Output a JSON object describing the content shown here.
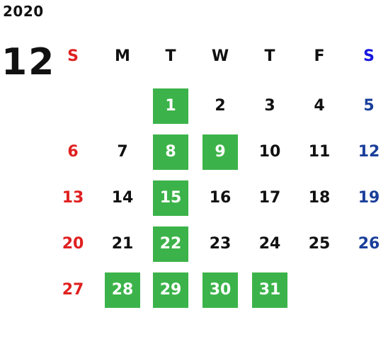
{
  "year": "2020",
  "month": "12",
  "weekdays": [
    "S",
    "M",
    "T",
    "W",
    "T",
    "F",
    "S"
  ],
  "first_weekday_index": 2,
  "days_in_month": 31,
  "highlighted_days": [
    1,
    8,
    9,
    15,
    22,
    28,
    29,
    30,
    31
  ],
  "colors": {
    "sunday": "#e02020",
    "saturday": "#1a3f9a",
    "saturday_header": "#1515e0",
    "weekday": "#111111",
    "highlight_bg": "#3cb34a",
    "highlight_text": "#ffffff"
  }
}
